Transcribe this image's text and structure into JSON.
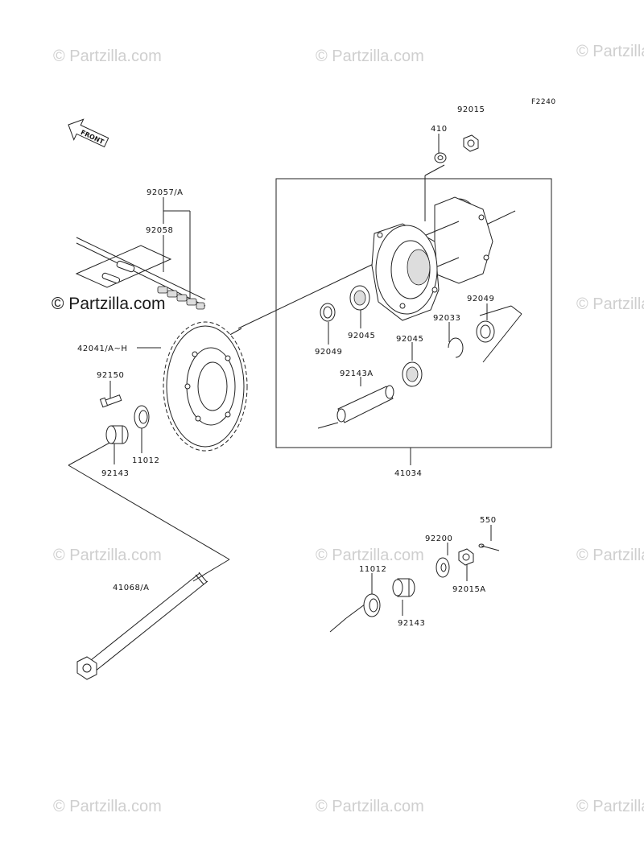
{
  "watermarks": {
    "text": "© Partzilla.com",
    "prominent_text": "© Partzilla.com"
  },
  "diagram_code": "F2240",
  "front_marker": "FRONT",
  "parts": {
    "p92057": "92057/A",
    "p92058": "92058",
    "p42041": "42041/A~H",
    "p92150": "92150",
    "p11012_a": "11012",
    "p92143_a": "92143",
    "p41068": "41068/A",
    "p410": "410",
    "p92015": "92015",
    "p92049_a": "92049",
    "p92045_a": "92045",
    "p92049_b": "92049",
    "p92033": "92033",
    "p92045_b": "92045",
    "p92143A": "92143A",
    "p41034": "41034",
    "p550": "550",
    "p92200": "92200",
    "p11012_b": "11012",
    "p92015A": "92015A",
    "p92143_b": "92143"
  }
}
